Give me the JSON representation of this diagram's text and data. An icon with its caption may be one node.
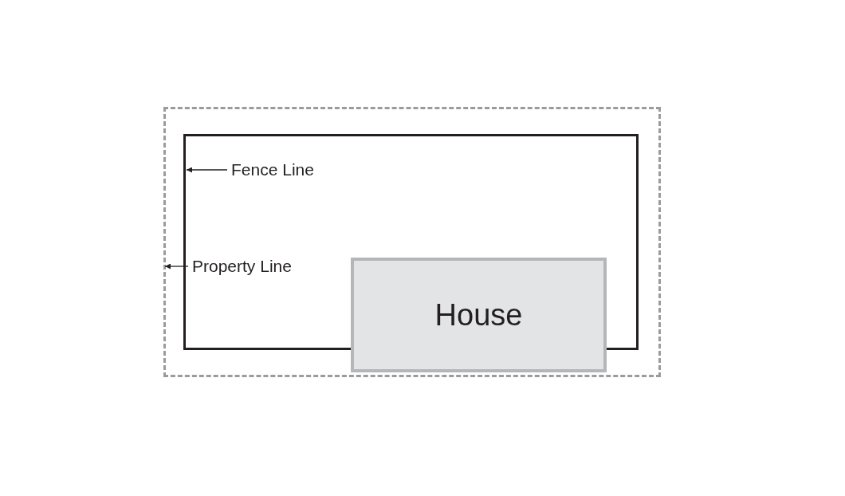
{
  "diagram": {
    "nodes": [
      {
        "text": [],
        "shape": "box"
      },
      {
        "text": [],
        "shape": "box",
        "in": 0
      },
      {
        "text": [
          "House"
        ],
        "in": 0
      },
      {
        "text": [
          "Fence Line"
        ],
        "in": 1
      },
      {
        "text": [
          "Property Line"
        ],
        "in": 1
      }
    ],
    "edges": [
      {
        "from": 3,
        "to": 1,
        "arrow": "to"
      },
      {
        "from": 4,
        "to": 0,
        "arrow": "to"
      }
    ]
  }
}
